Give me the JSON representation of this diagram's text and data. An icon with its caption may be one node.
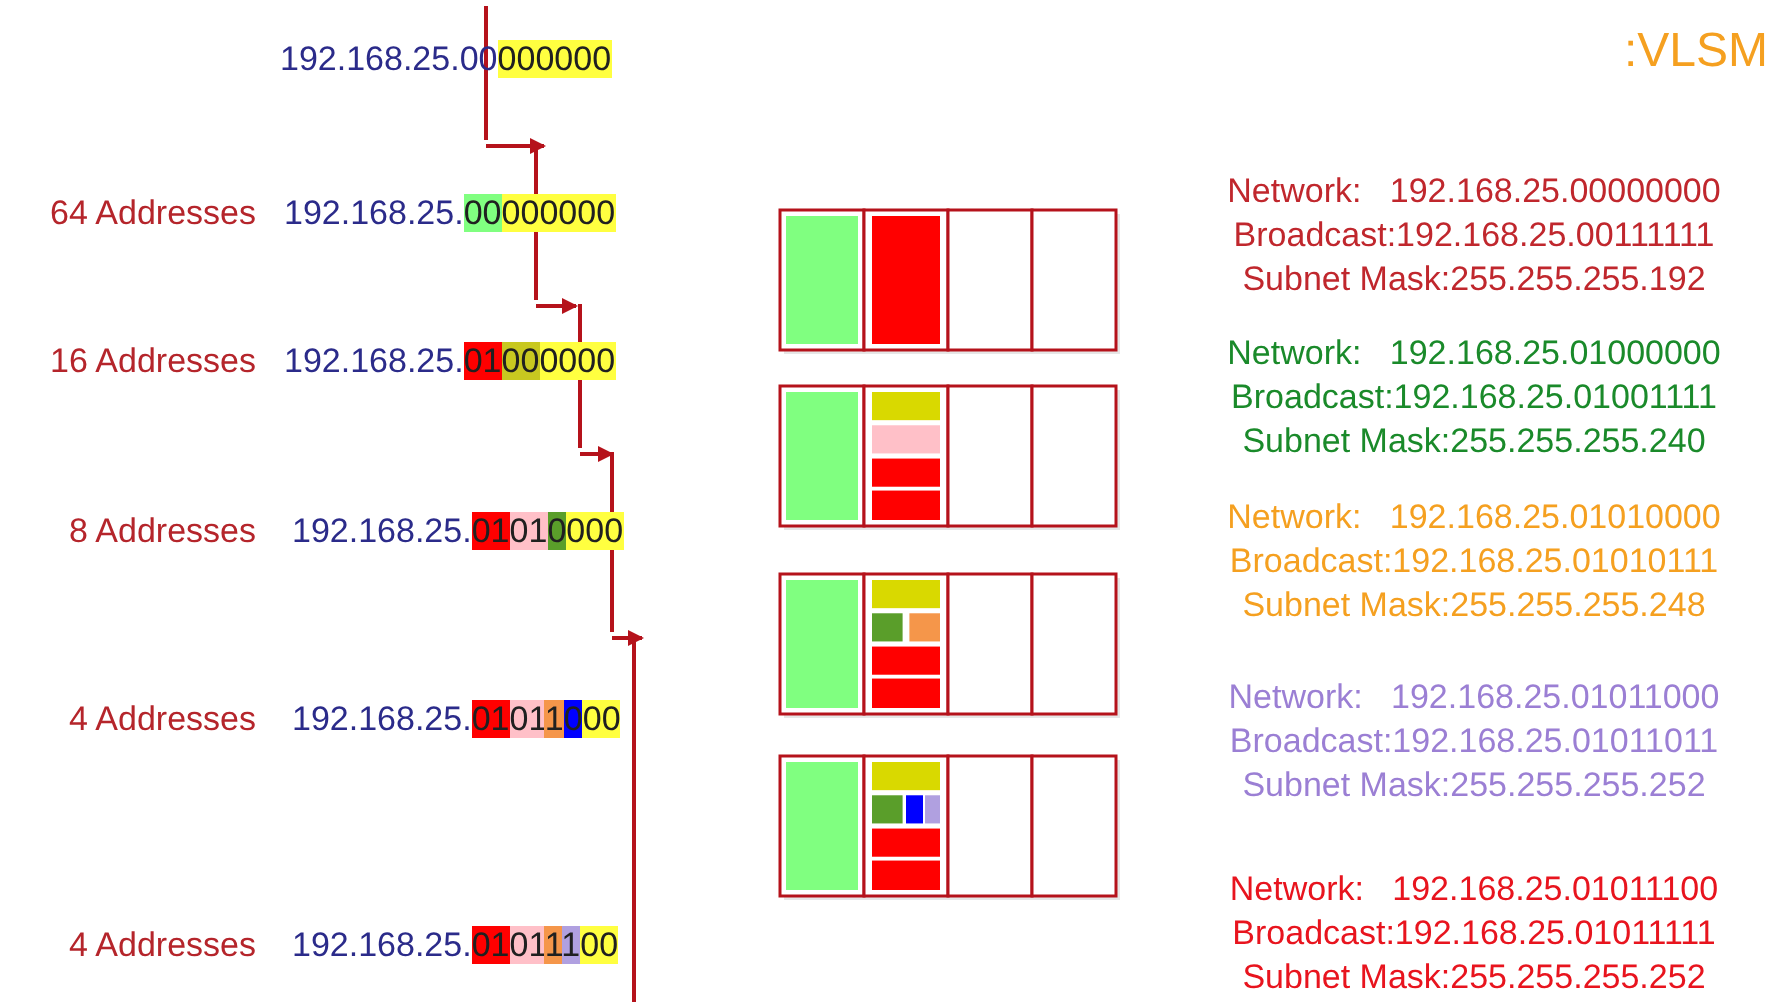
{
  "diagram": {
    "title": ":VLSM",
    "labels": [
      "192.168.25.00000000",
      "64 Addresses",
      "192.168.25.00000000",
      "16 Addresses",
      "192.168.25.01000000",
      "8 Addresses",
      "192.168.25.01010000",
      "4 Addresses",
      "192.168.25.01011000",
      "4 Addresses",
      "192.168.25.01011100",
      "Network:   192.168.25.00000000",
      "Broadcast:192.168.25.00111111",
      "Subnet Mask:255.255.255.192",
      "Network:   192.168.25.01000000",
      "Broadcast:192.168.25.01001111",
      "Subnet Mask:255.255.255.240",
      "Network:   192.168.25.01010000",
      "Broadcast:192.168.25.01010111",
      "Subnet Mask:255.255.255.248",
      "Network:   192.168.25.01011000",
      "Broadcast:192.168.25.01011011",
      "Subnet Mask:255.255.255.252",
      "Network:   192.168.25.01011100",
      "Broadcast:192.168.25.01011111",
      "Subnet Mask:255.255.255.252"
    ]
  }
}
